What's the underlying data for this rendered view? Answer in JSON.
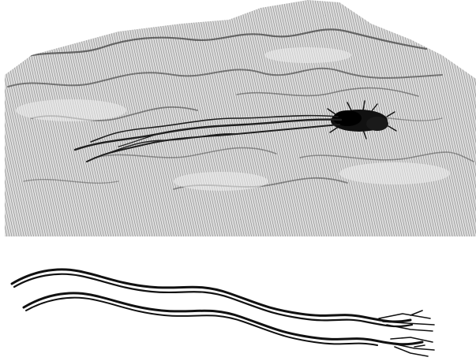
{
  "figure": {
    "panels": [
      {
        "id": "terrain-surface",
        "description_name": "hatched-terrain-surface-with-blob-and-strands",
        "line_color": "#444444",
        "blob_color": "#111111",
        "strand_color": "#222222"
      },
      {
        "id": "wavy-strands",
        "description_name": "wavy-strand-lines",
        "line_color": "#111111"
      }
    ],
    "colors": {
      "background": "#ffffff",
      "surface_shade": "#d7d7d7",
      "hatch": "#6a6a6a"
    }
  }
}
